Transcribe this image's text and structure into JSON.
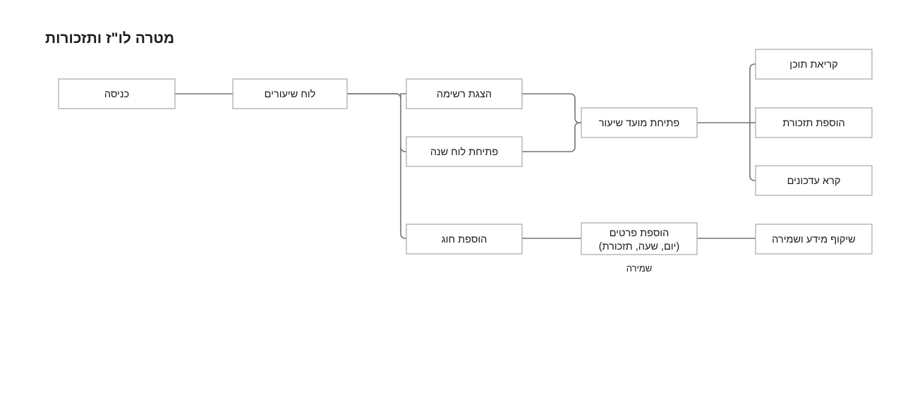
{
  "page": {
    "title": "מטרה לו\"ז ותזכורות",
    "background_color": "#ffffff",
    "box_border_color": "#a6a6a6",
    "connector_color": "#757575",
    "text_color": "#1a1a1a"
  },
  "nodes": [
    {
      "id": "entry",
      "label": "כניסה",
      "label2": ""
    },
    {
      "id": "schedule",
      "label": "לוח שיעורים",
      "label2": ""
    },
    {
      "id": "show-list",
      "label": "הצגת רשימה",
      "label2": ""
    },
    {
      "id": "open-calendar",
      "label": "פתיחת לוח שנה",
      "label2": ""
    },
    {
      "id": "open-lesson",
      "label": "פתיחת מועד שיעור",
      "label2": ""
    },
    {
      "id": "read-content",
      "label": "קריאת תוכן",
      "label2": ""
    },
    {
      "id": "add-reminder",
      "label": "הוספת תזכורת",
      "label2": ""
    },
    {
      "id": "read-updates",
      "label": "קרא עדכונים",
      "label2": ""
    },
    {
      "id": "add-club",
      "label": "הוספת חוג",
      "label2": ""
    },
    {
      "id": "add-details",
      "label": "הוספת פרטים",
      "label2": "(יום, שעה, תזכורת)"
    },
    {
      "id": "mirror-save",
      "label": "שיקוף מידע ושמירה",
      "label2": ""
    }
  ],
  "edge_labels": [
    {
      "id": "save",
      "text": "שמירה"
    }
  ]
}
